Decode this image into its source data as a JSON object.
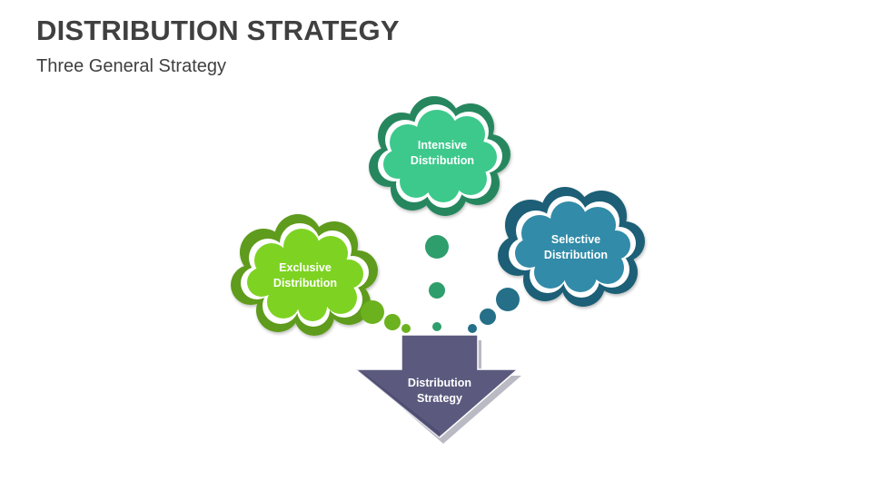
{
  "slide": {
    "title": "DISTRIBUTION STRATEGY",
    "subtitle": "Three General Strategy"
  },
  "center": {
    "label_line1": "Distribution",
    "label_line2": "Strategy",
    "color": "#5B5A7E"
  },
  "clouds": [
    {
      "id": "intensive",
      "line1": "Intensive",
      "line2": "Distribution",
      "color": "#3DC98C",
      "shadow": "#26875F"
    },
    {
      "id": "selective",
      "line1": "Selective",
      "line2": "Distribution",
      "color": "#318BA8",
      "shadow": "#1E5F76"
    },
    {
      "id": "exclusive",
      "line1": "Exclusive",
      "line2": "Distribution",
      "color": "#7ED321",
      "shadow": "#5E9B1C"
    }
  ]
}
